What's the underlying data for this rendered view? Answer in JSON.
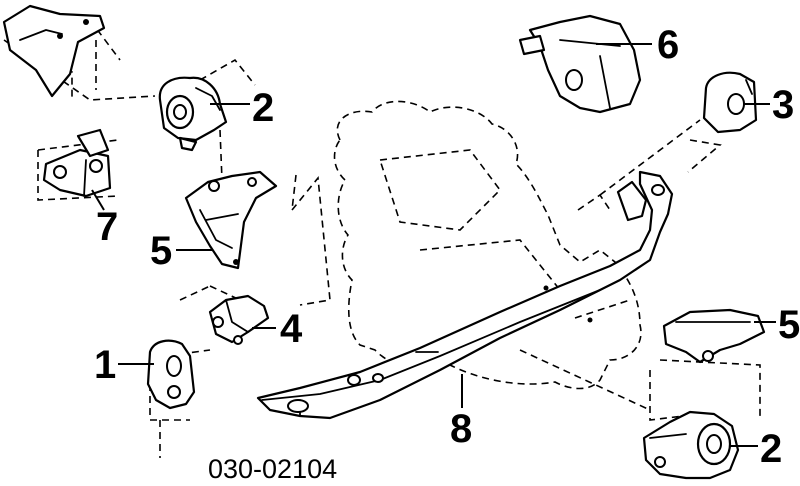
{
  "callouts": {
    "c1": "1",
    "c2_top": "2",
    "c2_bottom": "2",
    "c3": "3",
    "c4": "4",
    "c5_left": "5",
    "c5_right": "5",
    "c6": "6",
    "c7": "7",
    "c8": "8"
  },
  "part_number": "030-02104"
}
